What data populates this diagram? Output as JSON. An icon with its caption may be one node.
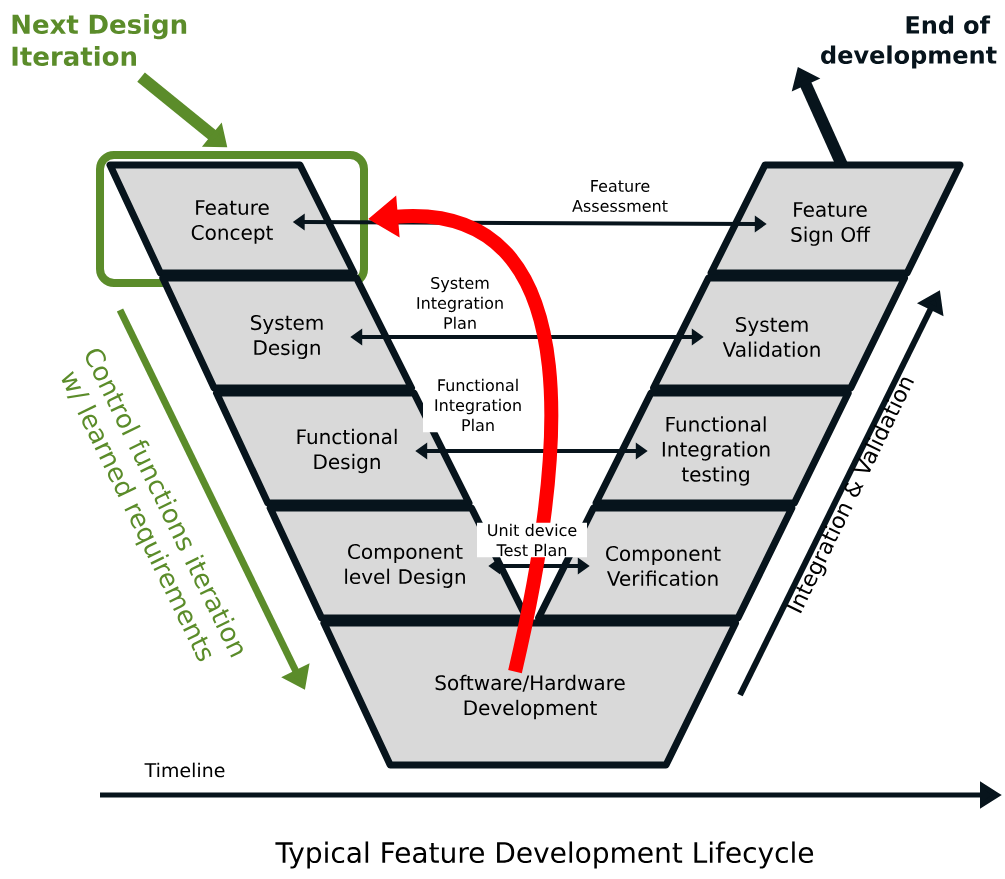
{
  "diagram": {
    "caption": "Typical Feature Development Lifecycle",
    "nodes": [
      {
        "text": [
          "Next Design Iteration"
        ]
      },
      {
        "text": [
          "End of development"
        ]
      },
      {
        "text": [],
        "shape": "box"
      },
      {
        "text": [
          "Feature Concept"
        ],
        "in": 2
      },
      {
        "text": [
          "Feature Sign Off"
        ]
      },
      {
        "text": [
          "System Design"
        ]
      },
      {
        "text": [
          "System Validation"
        ]
      },
      {
        "text": [
          "Functional Design"
        ]
      },
      {
        "text": [
          "Functional Integration testing"
        ]
      },
      {
        "text": [
          "Component level Design"
        ]
      },
      {
        "text": [
          "Component Verification"
        ]
      },
      {
        "text": [
          "Software/Hardware Development"
        ]
      }
    ],
    "edges": [
      {
        "from": 0,
        "to": 2,
        "arrow": "to",
        "style": "thick",
        "color": "#5b8c2a"
      },
      {
        "from": 4,
        "to": 1,
        "arrow": "to",
        "style": "thick"
      },
      {
        "from": 3,
        "to": 4,
        "arrow": "both",
        "label": "Feature Assessment"
      },
      {
        "from": 5,
        "to": 6,
        "arrow": "both",
        "label": "System Integration Plan"
      },
      {
        "from": 7,
        "to": 8,
        "arrow": "both",
        "label": "Functional Integration Plan"
      },
      {
        "from": 9,
        "to": 10,
        "arrow": "both",
        "label": "Unit device Test Plan"
      },
      {
        "from": 11,
        "to": 2,
        "arrow": "to",
        "style": "thick",
        "color": "#ff0000"
      }
    ],
    "labels": [
      "Control functions iteration w/ learned requirements",
      "Integration & Validation",
      "Timeline"
    ]
  }
}
